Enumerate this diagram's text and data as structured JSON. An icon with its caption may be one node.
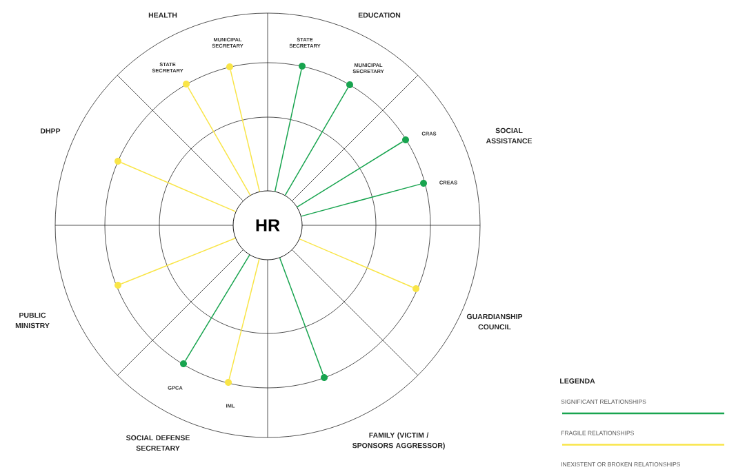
{
  "diagram": {
    "nodes": [
      {
        "text": [
          "HR"
        ]
      },
      {
        "text": [],
        "shape": "circle",
        "beside": [
          "STATE SECRETARY"
        ]
      },
      {
        "text": [],
        "shape": "circle",
        "beside": [
          "MUNICIPAL SECRETARY"
        ]
      },
      {
        "text": [],
        "shape": "circle",
        "beside": [
          "STATE SECRETARY"
        ]
      },
      {
        "text": [],
        "shape": "circle",
        "beside": [
          "MUNICIPAL SECRETARY"
        ]
      },
      {
        "text": [],
        "shape": "circle",
        "beside": [
          "CRAS"
        ]
      },
      {
        "text": [],
        "shape": "circle",
        "beside": [
          "CREAS"
        ]
      },
      {
        "text": [],
        "shape": "circle"
      },
      {
        "text": [],
        "shape": "circle"
      },
      {
        "text": [],
        "shape": "circle",
        "beside": [
          "IML"
        ]
      },
      {
        "text": [],
        "shape": "circle",
        "beside": [
          "GPCA"
        ]
      },
      {
        "text": [],
        "shape": "circle"
      },
      {
        "text": [],
        "shape": "circle"
      }
    ],
    "edges": [
      {
        "from": 0,
        "to": 1,
        "arrow": "none",
        "color": "#f9e547"
      },
      {
        "from": 0,
        "to": 2,
        "arrow": "none",
        "color": "#f9e547"
      },
      {
        "from": 0,
        "to": 3,
        "arrow": "none",
        "color": "#18a44f"
      },
      {
        "from": 0,
        "to": 4,
        "arrow": "none",
        "color": "#18a44f"
      },
      {
        "from": 0,
        "to": 5,
        "arrow": "none",
        "color": "#18a44f"
      },
      {
        "from": 0,
        "to": 6,
        "arrow": "none",
        "color": "#18a44f"
      },
      {
        "from": 0,
        "to": 7,
        "arrow": "none",
        "color": "#f9e547"
      },
      {
        "from": 0,
        "to": 8,
        "arrow": "none",
        "color": "#18a44f"
      },
      {
        "from": 0,
        "to": 9,
        "arrow": "none",
        "color": "#f9e547"
      },
      {
        "from": 0,
        "to": 10,
        "arrow": "none",
        "color": "#18a44f"
      },
      {
        "from": 0,
        "to": 11,
        "arrow": "none",
        "color": "#f9e547"
      },
      {
        "from": 0,
        "to": 12,
        "arrow": "none",
        "color": "#f9e547"
      }
    ],
    "labels": [
      "HEALTH",
      "EDUCATION",
      "DHPP",
      "SOCIAL ASSISTANCE",
      "GUARDIANSHIP COUNCIL",
      "PUBLIC MINISTRY",
      "SOCIAL DEFENSE SECRETARY",
      "FAMILY (VICTIM / SPONSORS AGGRESSOR)",
      "LEGENDA"
    ],
    "legend": [
      {
        "text": "SIGNIFICANT RELATIONSHIPS",
        "color": "#18a44f"
      },
      {
        "text": "FRAGILE RELATIONSHIPS",
        "color": "#f9e547"
      },
      {
        "text": "INEXISTENT OR BROKEN  RELATIONSHIPS"
      }
    ]
  }
}
